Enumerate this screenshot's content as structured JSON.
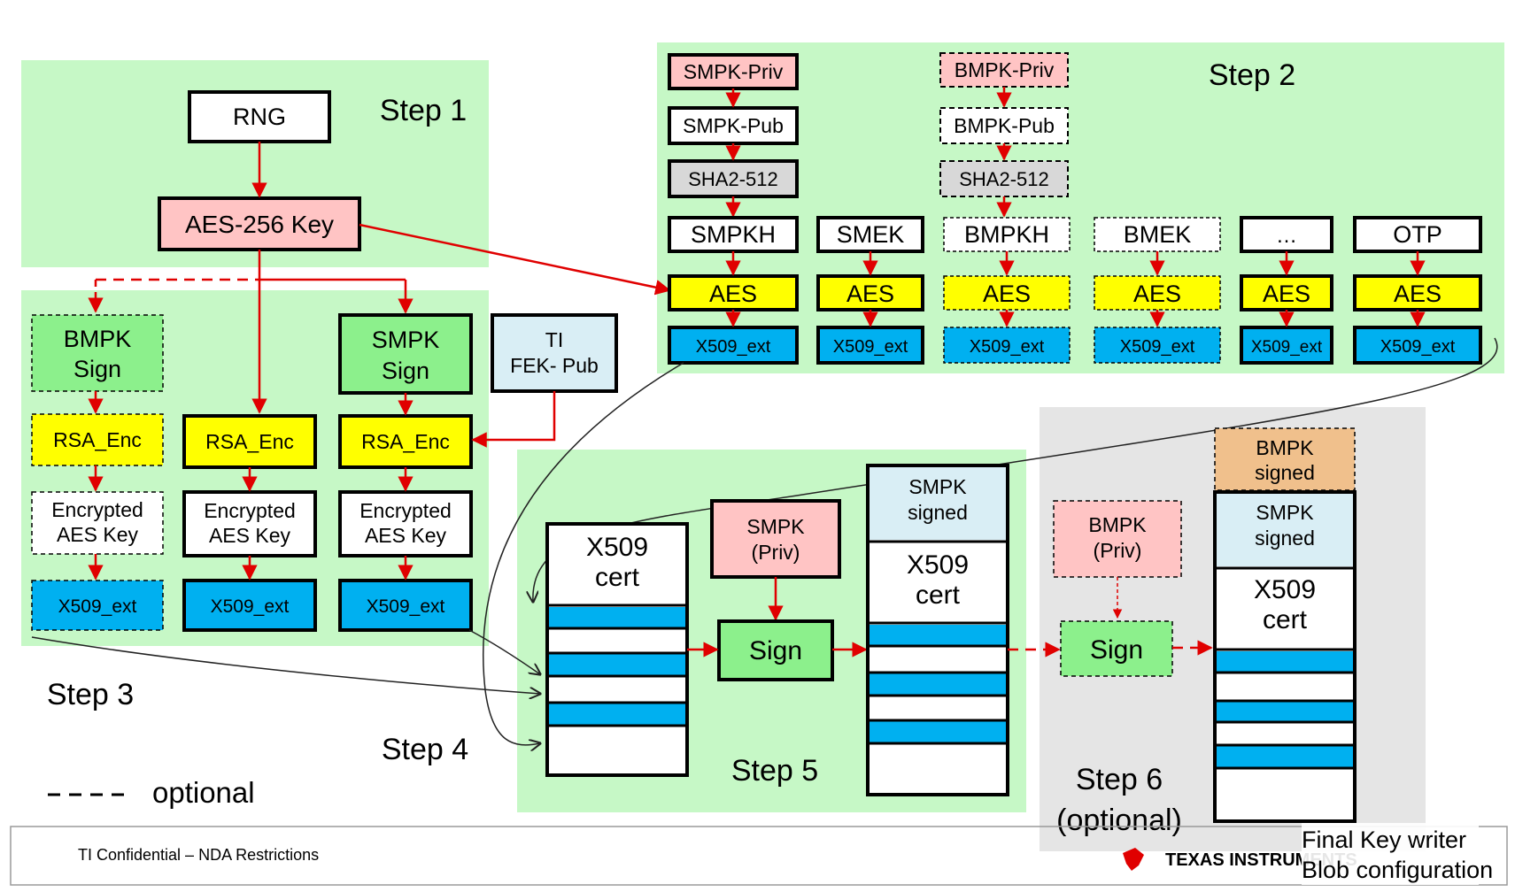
{
  "steps": {
    "step1": "Step 1",
    "step2": "Step 2",
    "step3": "Step 3",
    "step4": "Step 4",
    "step5": "Step 5",
    "step6_line1": "Step 6",
    "step6_line2": "(optional)"
  },
  "step1": {
    "rng": "RNG",
    "aes_key": "AES-256 Key"
  },
  "step2": {
    "smpk_priv": "SMPK-Priv",
    "smpk_pub": "SMPK-Pub",
    "smpk_sha": "SHA2-512",
    "bmpk_priv": "BMPK-Priv",
    "bmpk_pub": "BMPK-Pub",
    "bmpk_sha": "SHA2-512",
    "columns": [
      {
        "label": "SMPKH",
        "aes": "AES",
        "ext": "X509_ext"
      },
      {
        "label": "SMEK",
        "aes": "AES",
        "ext": "X509_ext"
      },
      {
        "label": "BMPKH",
        "aes": "AES",
        "ext": "X509_ext"
      },
      {
        "label": "BMEK",
        "aes": "AES",
        "ext": "X509_ext"
      },
      {
        "label": "…",
        "aes": "AES",
        "ext": "X509_ext"
      },
      {
        "label": "OTP",
        "aes": "AES",
        "ext": "X509_ext"
      }
    ]
  },
  "step3": {
    "bmpk_sign_1": "BMPK",
    "bmpk_sign_2": "Sign",
    "smpk_sign_1": "SMPK",
    "smpk_sign_2": "Sign",
    "ti_fek_1": "TI",
    "ti_fek_2": "FEK- Pub",
    "rsa_enc": "RSA_Enc",
    "enc_key_1": "Encrypted",
    "enc_key_2": "AES Key",
    "x509_ext": "X509_ext"
  },
  "step5": {
    "cert1_a": "X509",
    "cert1_b": "cert",
    "smpk_priv_1": "SMPK",
    "smpk_priv_2": "(Priv)",
    "sign": "Sign",
    "signed_1": "SMPK",
    "signed_2": "signed",
    "cert2_a": "X509",
    "cert2_b": "cert"
  },
  "step6": {
    "bmpk_priv_1": "BMPK",
    "bmpk_priv_2": "(Priv)",
    "sign": "Sign",
    "bmpk_signed_1": "BMPK",
    "bmpk_signed_2": "signed",
    "smpk_signed_1": "SMPK",
    "smpk_signed_2": "signed",
    "cert_a": "X509",
    "cert_b": "cert"
  },
  "legend": {
    "optional": "optional"
  },
  "footer": {
    "confidential": "TI Confidential – NDA Restrictions",
    "brand": "TEXAS INSTRUMENTS",
    "caption_1": "Final Key writer",
    "caption_2": "Blob configuration"
  },
  "colors": {
    "panel_green": "#c6f8c6",
    "panel_gray": "#e5e5e5",
    "pink": "#ffc4c4",
    "yellow": "#ffff00",
    "blue": "#00b0f0",
    "light_blue": "#d9eef5",
    "green_box": "#8cf08c",
    "gray_box": "#d8d8d8",
    "orange": "#f0c08c",
    "arrow_red": "#e00000"
  }
}
